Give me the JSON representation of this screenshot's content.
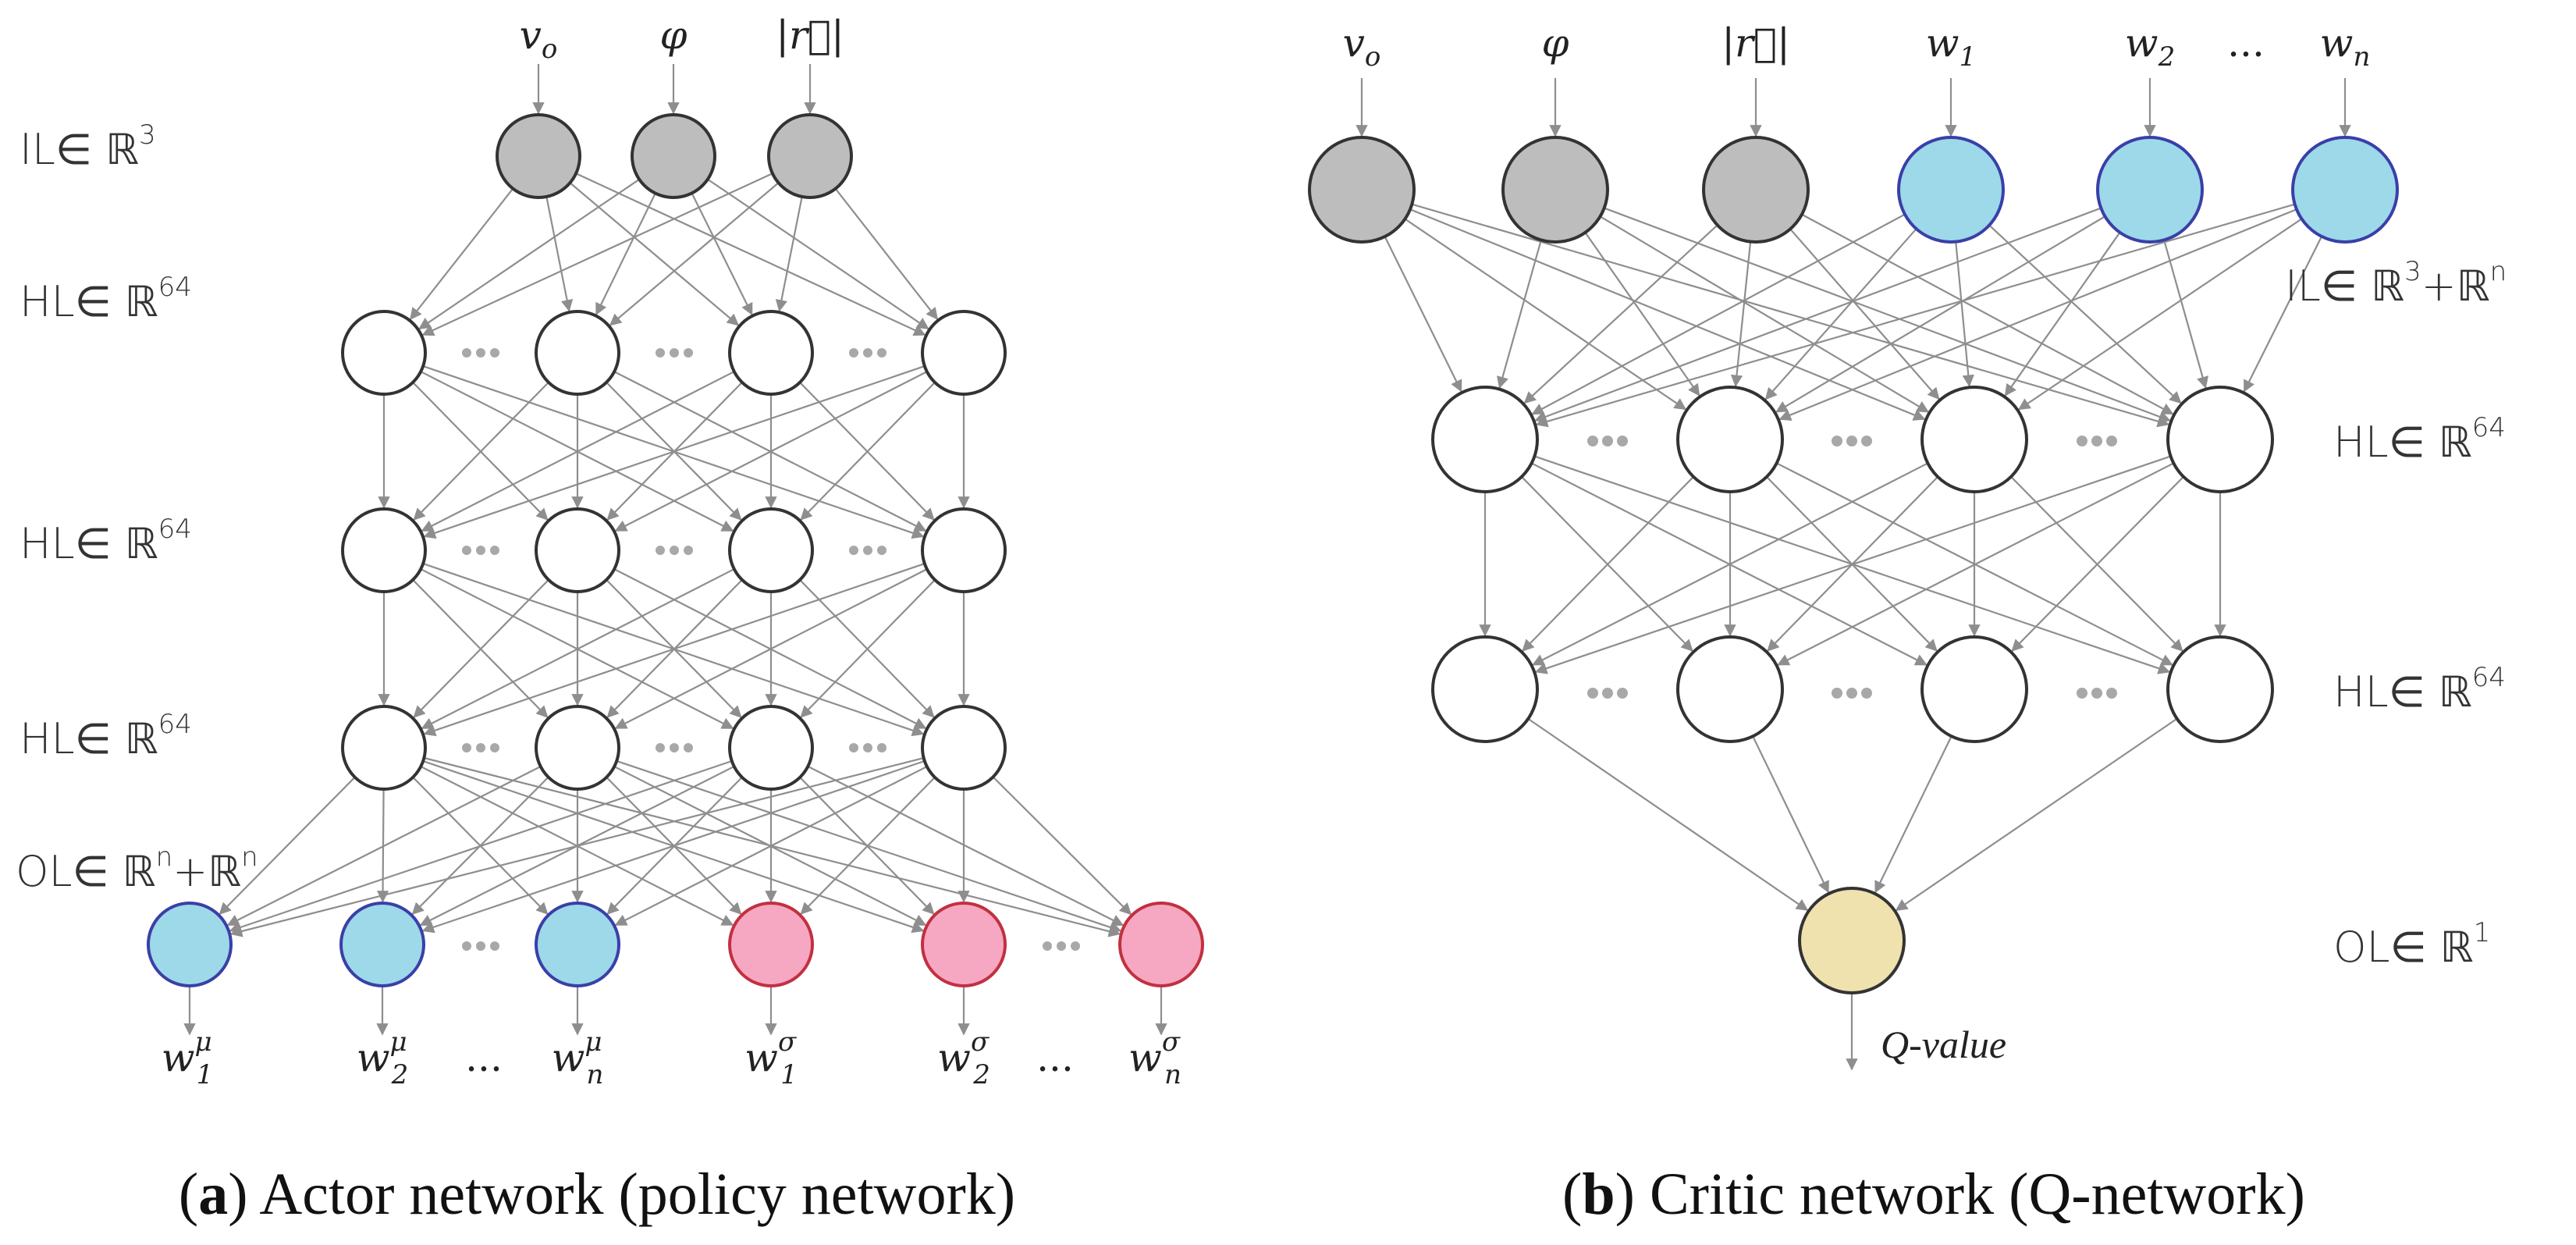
{
  "colors": {
    "input_gray": "#bdbdbd",
    "input_weight_blue": "#9dd9e8",
    "output_mu_blue": "#9dd9e8",
    "output_sigma_pink": "#f6a8c2",
    "q_output_tan": "#efe2ae",
    "hidden_white": "#ffffff",
    "node_stroke_dark": "#333333",
    "node_stroke_blue": "#3a3fa8",
    "node_stroke_red": "#c23040",
    "edge_gray": "#8e8e8e",
    "dot_gray": "#a8a8a8"
  },
  "actor": {
    "caption_letter": "a",
    "caption_text": "Actor network (policy network)",
    "inputs": [
      {
        "base": "v",
        "sub": "o"
      },
      {
        "base": "φ",
        "sub": ""
      },
      {
        "base": "|r⃗|",
        "sub": ""
      }
    ],
    "layer_labels": [
      {
        "text": "IL∈ ℝ",
        "sup": "3"
      },
      {
        "text": "HL∈ ℝ",
        "sup": "64"
      },
      {
        "text": "HL∈ ℝ",
        "sup": "64"
      },
      {
        "text": "HL∈ ℝ",
        "sup": "64"
      },
      {
        "text": "OL∈ ℝ",
        "sup": "n",
        "text2": "+ℝ",
        "sup2": "n"
      }
    ],
    "outputs": [
      {
        "base": "w",
        "sub": "1",
        "sup": "μ"
      },
      {
        "base": "w",
        "sub": "2",
        "sup": "μ"
      },
      {
        "base": "...",
        "sub": "",
        "sup": ""
      },
      {
        "base": "w",
        "sub": "n",
        "sup": "μ"
      },
      {
        "base": "w",
        "sub": "1",
        "sup": "σ"
      },
      {
        "base": "w",
        "sub": "2",
        "sup": "σ"
      },
      {
        "base": "...",
        "sub": "",
        "sup": ""
      },
      {
        "base": "w",
        "sub": "n",
        "sup": "σ"
      }
    ]
  },
  "critic": {
    "caption_letter": "b",
    "caption_text": "Critic network (Q-network)",
    "inputs": [
      {
        "base": "v",
        "sub": "o"
      },
      {
        "base": "φ",
        "sub": ""
      },
      {
        "base": "|r⃗|",
        "sub": ""
      },
      {
        "base": "w",
        "sub": "1"
      },
      {
        "base": "w",
        "sub": "2"
      },
      {
        "base": "...",
        "sub": ""
      },
      {
        "base": "w",
        "sub": "n"
      }
    ],
    "layer_labels": [
      {
        "text": "IL∈ ℝ",
        "sup": "3",
        "text2": "+ℝ",
        "sup2": "n"
      },
      {
        "text": "HL∈ ℝ",
        "sup": "64"
      },
      {
        "text": "HL∈ ℝ",
        "sup": "64"
      },
      {
        "text": "OL∈ ℝ",
        "sup": "1"
      }
    ],
    "output_label": "Q-value"
  }
}
